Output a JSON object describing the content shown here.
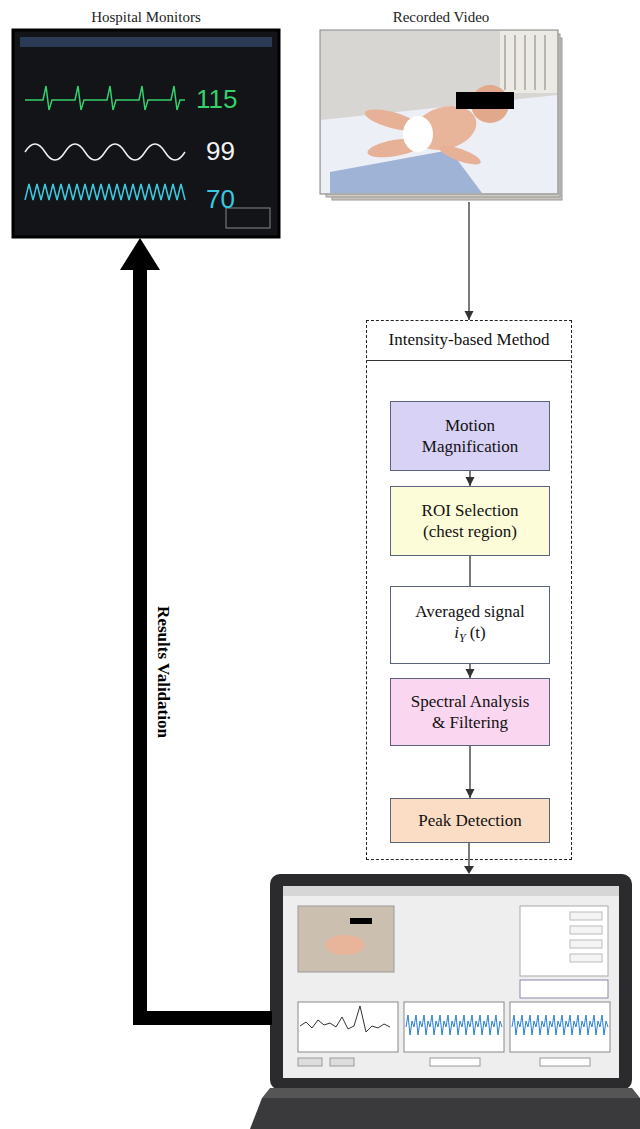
{
  "diagram": {
    "nodes": [
      {
        "text": [
          "Hospital Monitors"
        ]
      },
      {
        "text": [
          "Recorded Video"
        ]
      },
      {
        "text": [
          "Intensity-based Method"
        ]
      },
      {
        "text": [
          "Motion Magnification"
        ],
        "in": 2
      },
      {
        "text": [
          "ROI Selection (chest region)"
        ],
        "in": 2
      },
      {
        "text": [
          "Averaged signal",
          "i",
          "Y",
          "(t)"
        ],
        "in": 2
      },
      {
        "text": [
          "Spectral Analysis & Filtering"
        ],
        "in": 2
      },
      {
        "text": [
          "Peak Detection"
        ],
        "in": 2
      }
    ],
    "edges": [
      {
        "from": 1,
        "to": 2,
        "arrow": "to"
      },
      {
        "from": 3,
        "to": 4,
        "arrow": "to"
      },
      {
        "from": 4,
        "to": 5,
        "arrow": "none"
      },
      {
        "from": 5,
        "to": 6,
        "arrow": "to"
      },
      {
        "from": 6,
        "to": 7,
        "arrow": "to"
      }
    ],
    "labels": [
      "Results Validation",
      "115",
      "99",
      "70"
    ]
  }
}
